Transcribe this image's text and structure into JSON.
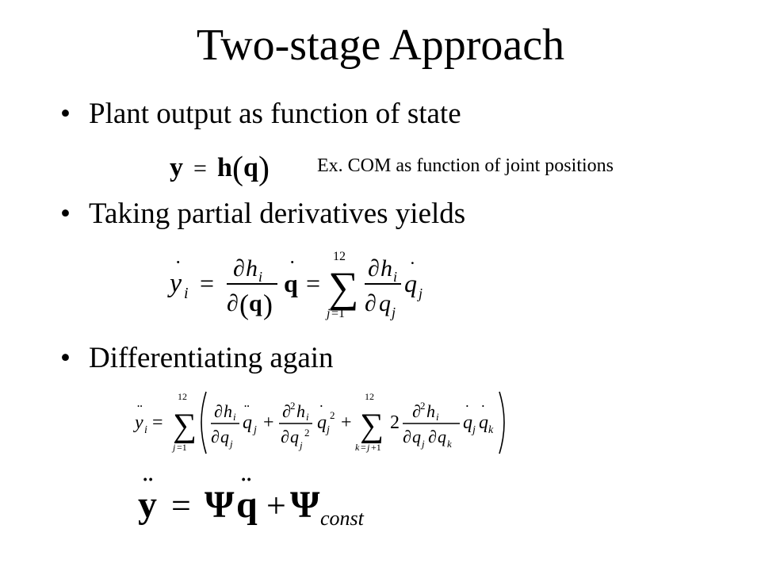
{
  "slide": {
    "title": "Two-stage Approach",
    "bullet_char": "•",
    "bullets": [
      "Plant output as function of state",
      "Taking partial derivatives yields",
      "Differentiating again"
    ],
    "note": "Ex. COM as function of joint positions",
    "equations": {
      "eq1": "y = h(q)",
      "eq2": "ẏ_i = ∂h_i/∂(q) q̇ = Σ_{j=1}^{12} ∂h_i/∂q_j q̇_j",
      "eq3": "ÿ_i = Σ_{j=1}^{12} ( ∂h_i/∂q_j q̈_j + ∂²h_i/∂q_j² q̇_j² + Σ_{k=j+1}^{12} 2 ∂²h_i/∂q_j∂q_k q̇_j q̇_k )",
      "eq4": "ÿ = Ψq̈ + Ψ_const"
    }
  }
}
